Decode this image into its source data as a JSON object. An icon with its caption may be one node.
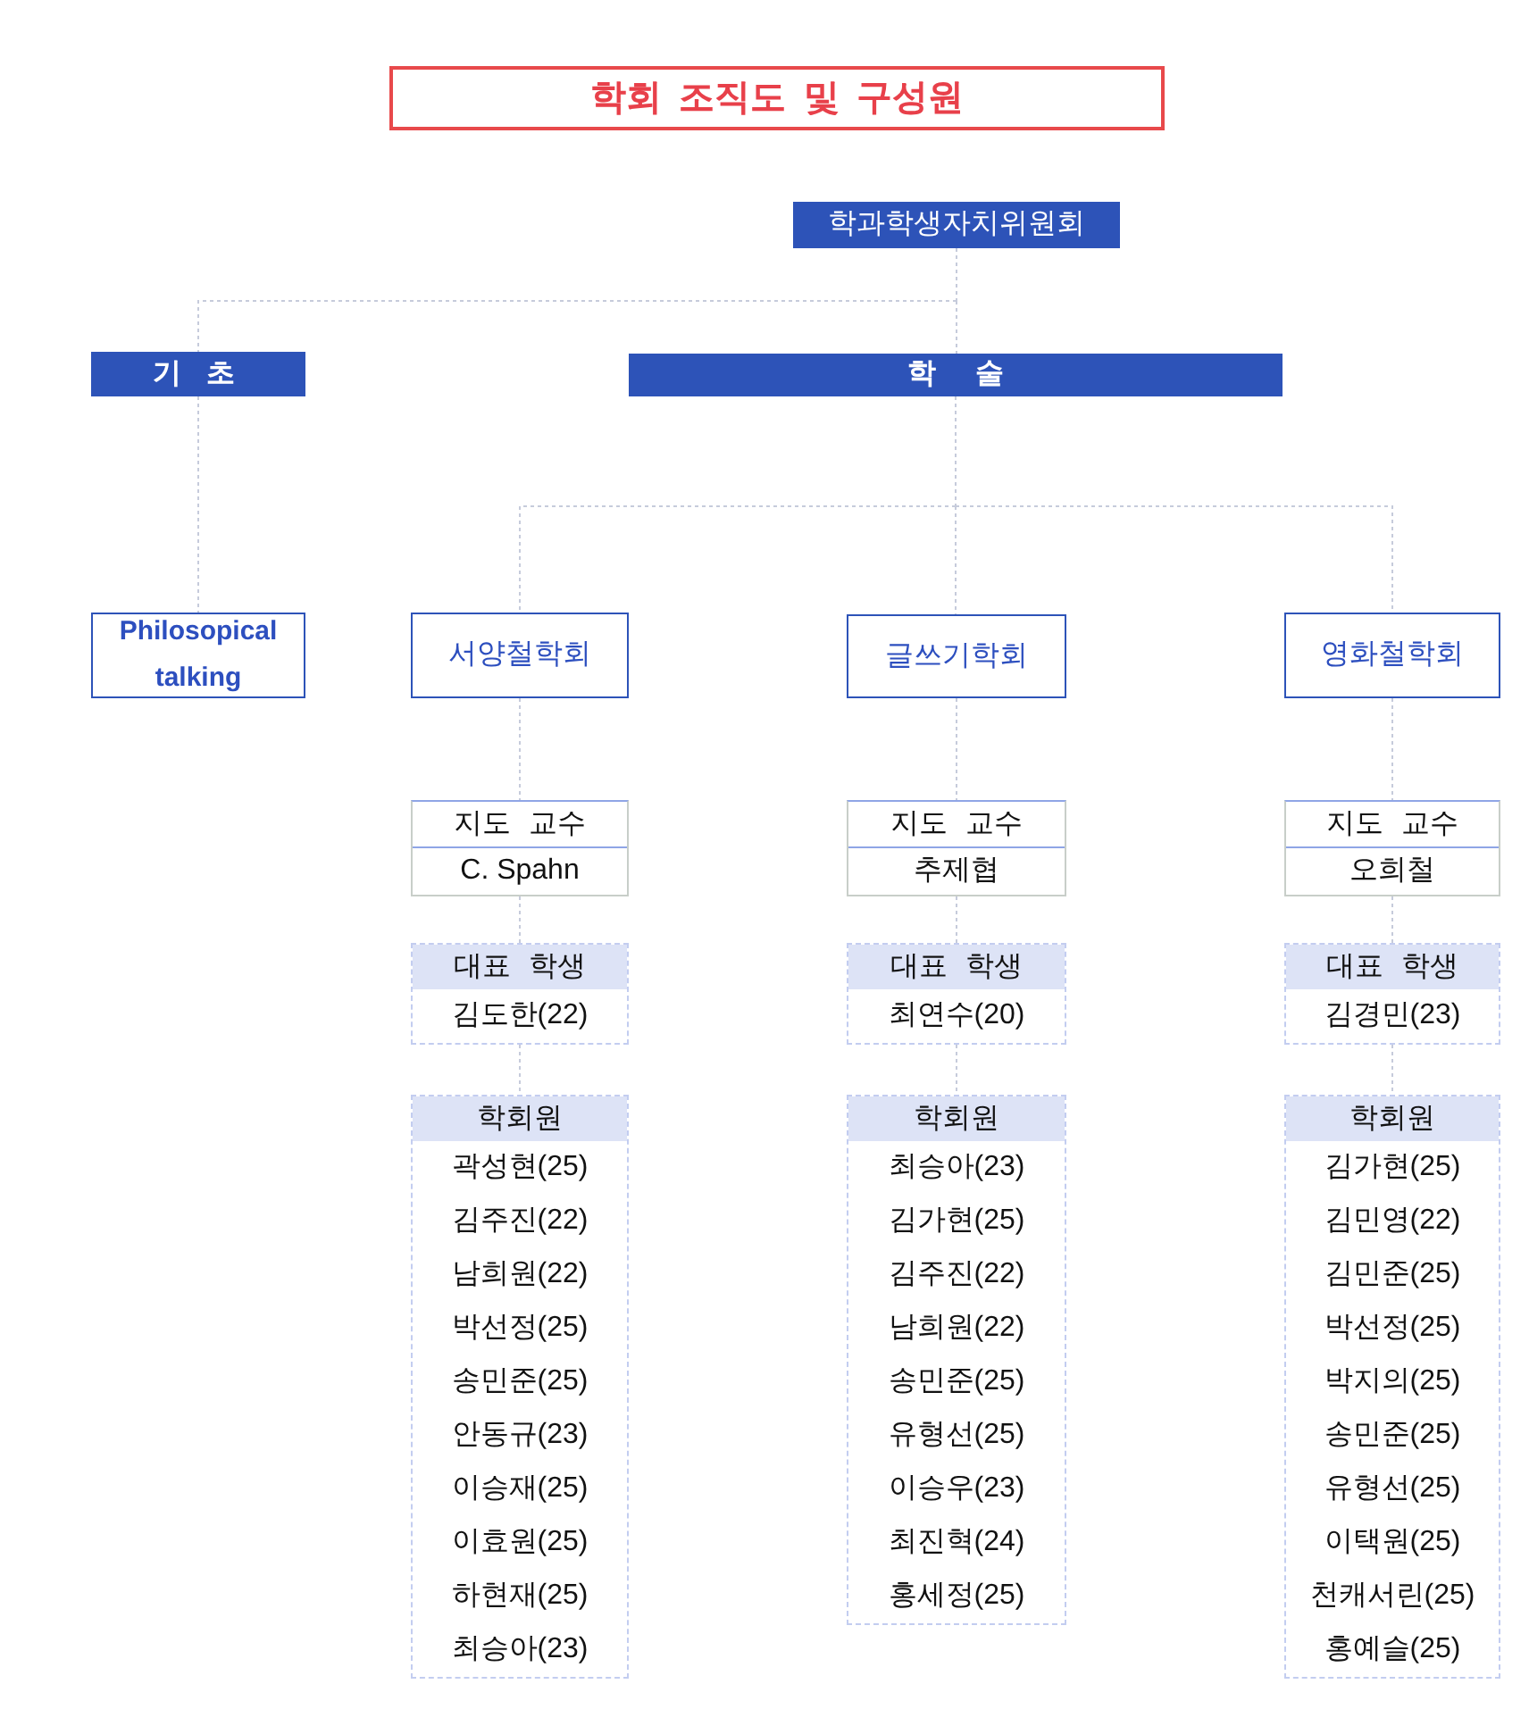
{
  "diagram": {
    "title": "학회 조직도 및 구성원",
    "nodes": [
      {
        "text": [
          "학과학생자치위원회"
        ]
      },
      {
        "text": [
          "기 초"
        ]
      },
      {
        "text": [
          "학 술"
        ]
      },
      {
        "text": [
          "Philosopical talking"
        ]
      },
      {
        "text": [
          "서양철학회"
        ]
      },
      {
        "text": [
          "글쓰기학회"
        ]
      },
      {
        "text": [
          "영화철학회"
        ]
      },
      {
        "text": [
          "지도 교수",
          "C. Spahn"
        ]
      },
      {
        "text": [
          "대표 학생",
          "김도한(22)"
        ]
      },
      {
        "text": [
          "학회원",
          "곽성현(25)",
          "김주진(22)",
          "남희원(22)",
          "박선정(25)",
          "송민준(25)",
          "안동규(23)",
          "이승재(25)",
          "이효원(25)",
          "하현재(25)",
          "최승아(23)"
        ]
      },
      {
        "text": [
          "지도 교수",
          "추제협"
        ]
      },
      {
        "text": [
          "대표 학생",
          "최연수(20)"
        ]
      },
      {
        "text": [
          "학회원",
          "최승아(23)",
          "김가현(25)",
          "김주진(22)",
          "남희원(22)",
          "송민준(25)",
          "유형선(25)",
          "이승우(23)",
          "최진혁(24)",
          "홍세정(25)"
        ]
      },
      {
        "text": [
          "지도 교수",
          "오희철"
        ]
      },
      {
        "text": [
          "대표 학생",
          "김경민(23)"
        ]
      },
      {
        "text": [
          "학회원",
          "김가현(25)",
          "김민영(22)",
          "김민준(25)",
          "박선정(25)",
          "박지의(25)",
          "송민준(25)",
          "유형선(25)",
          "이택원(25)",
          "천캐서린(25)",
          "홍예슬(25)"
        ]
      }
    ],
    "edges": [
      {
        "from": 0,
        "to": 1,
        "arrow": "none"
      },
      {
        "from": 0,
        "to": 2,
        "arrow": "none"
      },
      {
        "from": 1,
        "to": 3,
        "arrow": "none"
      },
      {
        "from": 2,
        "to": 4,
        "arrow": "none"
      },
      {
        "from": 2,
        "to": 5,
        "arrow": "none"
      },
      {
        "from": 2,
        "to": 6,
        "arrow": "none"
      },
      {
        "from": 4,
        "to": 7,
        "arrow": "none"
      },
      {
        "from": 7,
        "to": 8,
        "arrow": "none"
      },
      {
        "from": 8,
        "to": 9,
        "arrow": "none"
      },
      {
        "from": 5,
        "to": 10,
        "arrow": "none"
      },
      {
        "from": 10,
        "to": 11,
        "arrow": "none"
      },
      {
        "from": 11,
        "to": 12,
        "arrow": "none"
      },
      {
        "from": 6,
        "to": 13,
        "arrow": "none"
      },
      {
        "from": 13,
        "to": 14,
        "arrow": "none"
      },
      {
        "from": 14,
        "to": 15,
        "arrow": "none"
      }
    ]
  }
}
